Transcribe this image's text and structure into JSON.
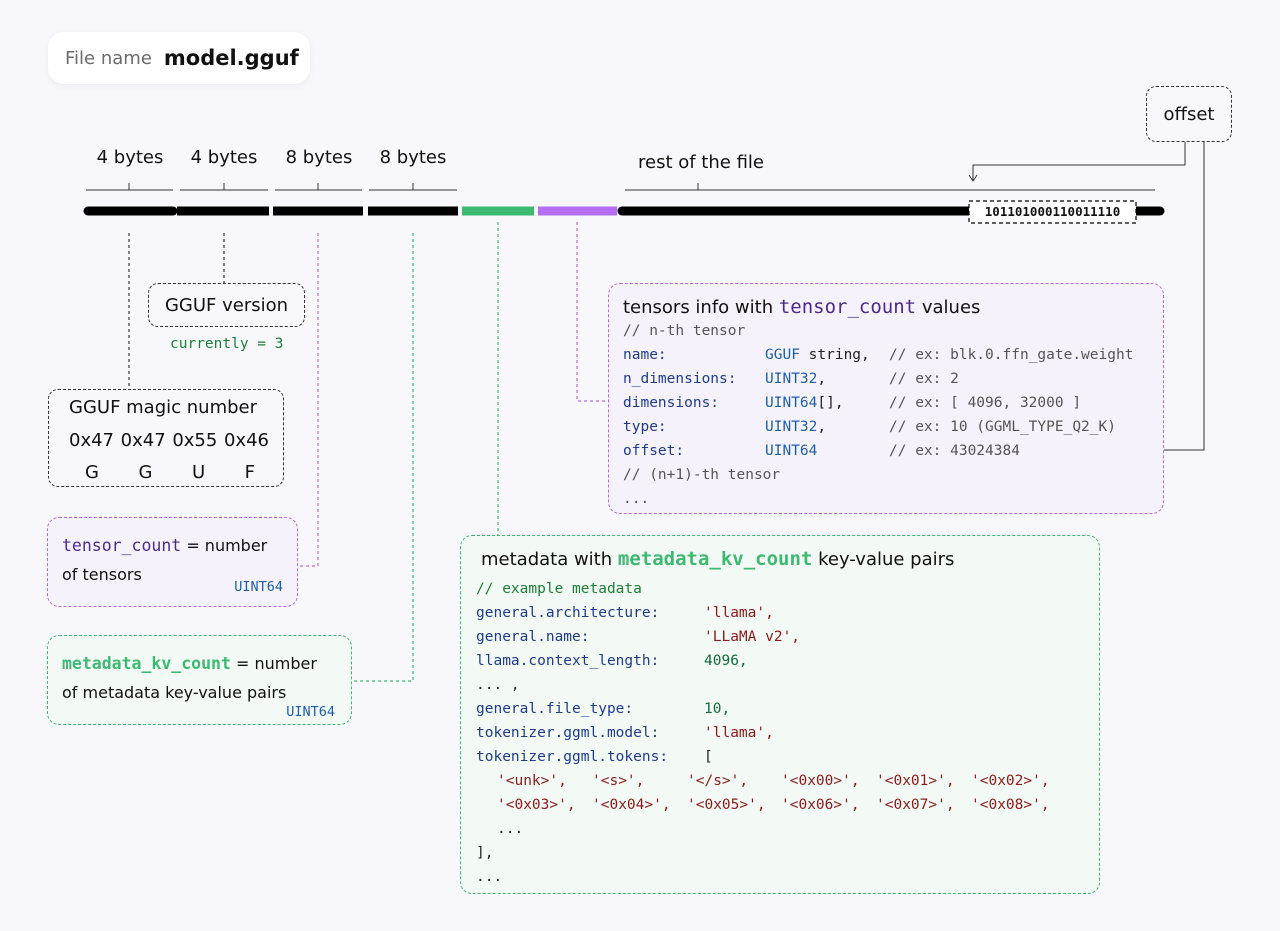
{
  "file": {
    "label": "File name",
    "name": "model.gguf"
  },
  "segments": {
    "magic": "4 bytes",
    "version": "4 bytes",
    "tensor_count": "8 bytes",
    "metadata_kv_count": "8 bytes",
    "rest": "rest of the file"
  },
  "offset_label": "offset",
  "binary_sample": "101101000110011110",
  "version": {
    "title": "GGUF version",
    "note": "currently = 3"
  },
  "magic": {
    "title": "GGUF magic number",
    "bytes": [
      "0x47",
      "0x47",
      "0x55",
      "0x46"
    ],
    "chars": [
      "G",
      "G",
      "U",
      "F"
    ]
  },
  "tensor_count": {
    "name": "tensor_count",
    "desc_a": "= number",
    "desc_b": "of tensors",
    "type": "UINT64"
  },
  "metadata_kv_count": {
    "name": "metadata_kv_count",
    "desc_a": "= number",
    "desc_b": "of metadata key-value pairs",
    "type": "UINT64"
  },
  "tensors_info": {
    "title_pre": "tensors info with",
    "title_code": "tensor_count",
    "title_post": "values",
    "comment_first": "// n-th tensor",
    "fields": [
      {
        "key": "name:",
        "type": "GGUF",
        "type_rest": " string,",
        "comment": "// ex: blk.0.ffn_gate.weight"
      },
      {
        "key": "n_dimensions:",
        "type": "UINT32",
        "type_rest": ",",
        "comment": "// ex: 2"
      },
      {
        "key": "dimensions:",
        "type": "UINT64",
        "type_rest": "[],",
        "comment": "// ex: [ 4096, 32000 ]"
      },
      {
        "key": "type:",
        "type": "UINT32",
        "type_rest": ",",
        "comment": "// ex: 10 (GGML_TYPE_Q2_K)"
      },
      {
        "key": "offset:",
        "type": "UINT64",
        "type_rest": "",
        "comment": "// ex: 43024384"
      }
    ],
    "comment_next": "// (n+1)-th tensor",
    "ellipsis": "..."
  },
  "metadata": {
    "title_pre": "metadata with",
    "title_code": "metadata_kv_count",
    "title_post": "key-value pairs",
    "comment": "// example metadata",
    "entries": [
      {
        "key": "general.architecture:",
        "value": "'llama',",
        "kind": "str"
      },
      {
        "key": "general.name:",
        "value": "'LLaMA v2',",
        "kind": "str"
      },
      {
        "key": "llama.context_length:",
        "value": "4096,",
        "kind": "num"
      },
      {
        "key": "... ,",
        "value": "",
        "kind": "none"
      },
      {
        "key": "general.file_type:",
        "value": "10,",
        "kind": "num"
      },
      {
        "key": "tokenizer.ggml.model:",
        "value": "'llama',",
        "kind": "str"
      },
      {
        "key": "tokenizer.ggml.tokens:",
        "value": "[",
        "kind": "plain"
      }
    ],
    "tokens_row1": [
      "'<unk>',",
      "'<s>',",
      "'</s>',",
      "'<0x00>',",
      "'<0x01>',",
      "'<0x02>',"
    ],
    "tokens_row2": [
      "'<0x03>',",
      "'<0x04>',",
      "'<0x05>',",
      "'<0x06>',",
      "'<0x07>',",
      "'<0x08>',"
    ],
    "tokens_ellipsis": "...",
    "close": "],",
    "ellipsis": "..."
  }
}
